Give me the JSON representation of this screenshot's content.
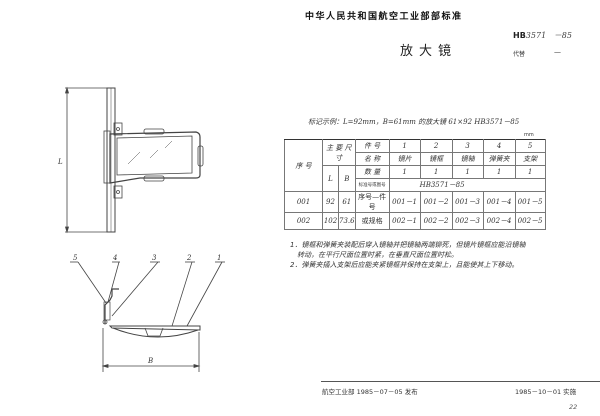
{
  "header": {
    "organization": "中华人民共和国航空工业部部标准",
    "standard_prefix": "HB",
    "standard_number": "3571",
    "standard_year": "－85",
    "replace_label": "代替",
    "replace_value": "—",
    "title": "放大镜"
  },
  "example_line": "标记示例：L=92mm，B=61mm 的放大镜  61×92   HB3571－85",
  "unit_note": "mm",
  "drawing": {
    "dimension_L": "L",
    "dimension_B": "B",
    "callouts": [
      "5",
      "4",
      "3",
      "2",
      "1"
    ]
  },
  "table": {
    "col_header_serial": "序 号",
    "col_header_main_dims": "主 要 尺 寸",
    "col_header_L": "L",
    "col_header_B": "B",
    "row_label_part_no": "件 号",
    "row_label_name": "名 称",
    "row_label_qty": "数 量",
    "row_label_std": "标准号或图号",
    "row_label_code": "序号—件号",
    "row_label_material": "或规格",
    "part_numbers": [
      "1",
      "2",
      "3",
      "4",
      "5"
    ],
    "part_names": [
      "镜片",
      "镜框",
      "镜轴",
      "弹簧夹",
      "支架"
    ],
    "quantities": [
      "1",
      "1",
      "1",
      "1",
      "1"
    ],
    "standard_ref": "HB3571－85",
    "rows": [
      {
        "serial": "001",
        "L": "92",
        "B": "61",
        "parts": [
          "001－1",
          "001－2",
          "001－3",
          "001－4",
          "001－5"
        ]
      },
      {
        "serial": "002",
        "L": "102",
        "B": "73.6",
        "parts": [
          "002－1",
          "002－2",
          "002－3",
          "002－4",
          "002－5"
        ]
      }
    ]
  },
  "notes": [
    "1．镜框和弹簧夹装配后穿入镜轴并把镜轴两端铆死，但镜片镜框应能沿镜轴",
    "　转动，在平行尺面位置时紧，在垂直尺面位置时松。",
    "2．弹簧夹插入支架后应能夹紧镜框并保持在支架上，且能使其上下移动。"
  ],
  "footer": {
    "issued_by": "航空工业部 1985－07－05 发布",
    "effective": "1985－10－01 实施",
    "page": "22"
  }
}
